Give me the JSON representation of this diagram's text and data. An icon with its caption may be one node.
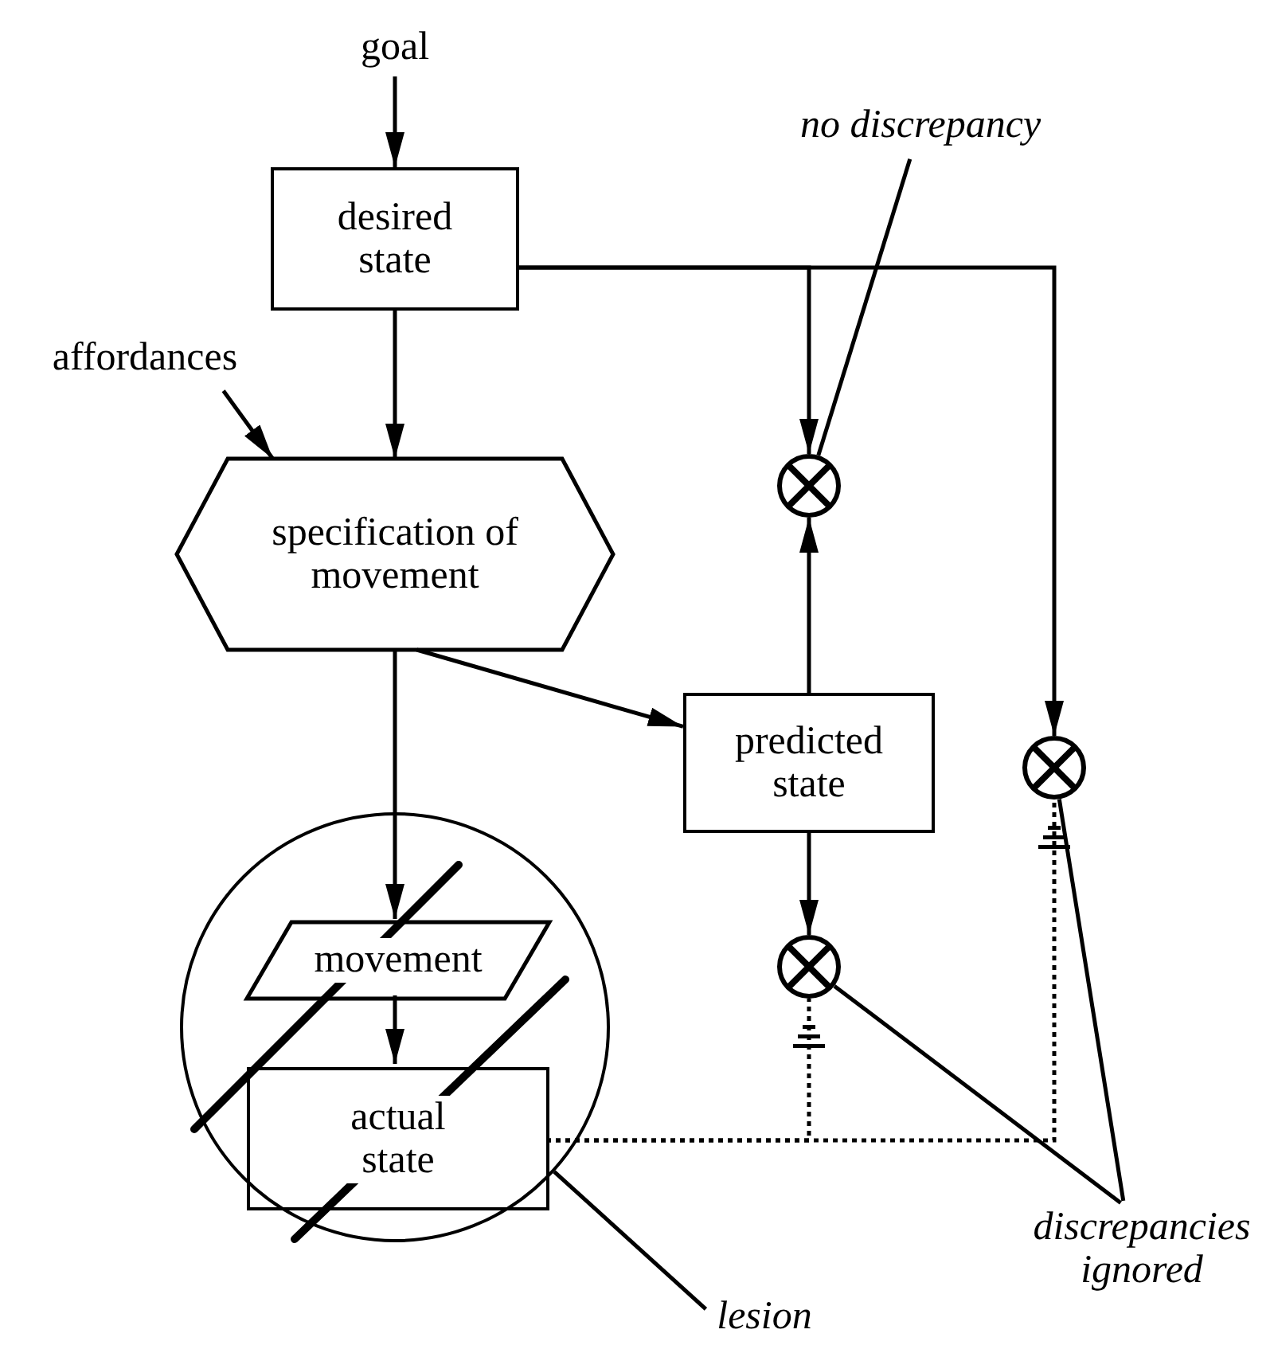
{
  "diagram": {
    "nodes": [
      {
        "text": [
          "goal"
        ]
      },
      {
        "text": [
          "desired state"
        ]
      },
      {
        "text": [
          "affordances"
        ]
      },
      {
        "text": [
          "specification of movement"
        ]
      },
      {
        "text": [],
        "shape": "circle"
      },
      {
        "text": [
          "predicted state"
        ]
      },
      {
        "text": [],
        "shape": "circle"
      },
      {
        "text": [],
        "shape": "circle"
      },
      {
        "text": [],
        "shape": "circle"
      },
      {
        "text": [
          "movement"
        ],
        "in": 8
      },
      {
        "text": [
          "actual state"
        ],
        "in": 8
      },
      {
        "text": [
          "no discrepancy"
        ]
      },
      {
        "text": [
          "discrepancies ignored"
        ]
      },
      {
        "text": [
          "lesion"
        ]
      }
    ],
    "edges": [
      {
        "from": 0,
        "to": 1,
        "arrow": "to"
      },
      {
        "from": 1,
        "to": 3,
        "arrow": "to"
      },
      {
        "from": 2,
        "to": 3,
        "arrow": "to"
      },
      {
        "from": 1,
        "to": 4,
        "arrow": "to"
      },
      {
        "from": 1,
        "to": 6,
        "arrow": "to"
      },
      {
        "from": 3,
        "to": 5,
        "arrow": "to"
      },
      {
        "from": 3,
        "to": 9,
        "arrow": "to"
      },
      {
        "from": 9,
        "to": 10,
        "arrow": "to"
      },
      {
        "from": 5,
        "to": 4,
        "arrow": "to"
      },
      {
        "from": 5,
        "to": 7,
        "arrow": "to"
      },
      {
        "from": 10,
        "to": 7,
        "arrow": "other",
        "style": "dashed"
      },
      {
        "from": 10,
        "to": 6,
        "arrow": "other",
        "style": "dashed"
      },
      {
        "from": 11,
        "to": 4,
        "arrow": "none"
      },
      {
        "from": 12,
        "to": 7,
        "arrow": "none"
      },
      {
        "from": 12,
        "to": 6,
        "arrow": "none"
      },
      {
        "from": 13,
        "to": 8,
        "arrow": "none"
      }
    ]
  }
}
